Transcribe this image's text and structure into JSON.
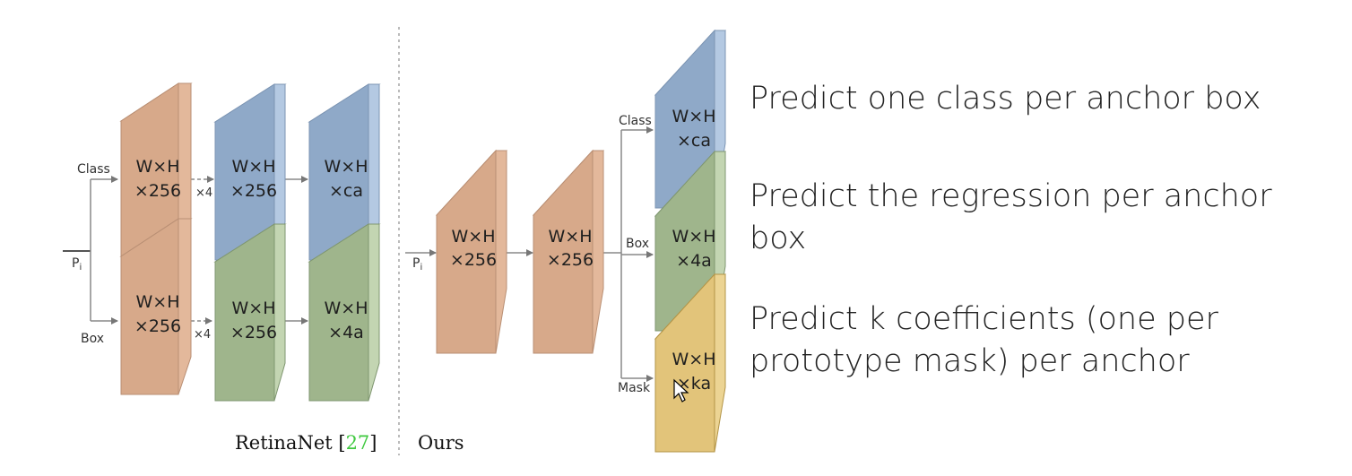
{
  "retinanet": {
    "input_label": "P",
    "input_sub": "i",
    "class_label": "Class",
    "box_label": "Box",
    "times4": "×4",
    "blocks": {
      "class_first": [
        "W×H",
        "×256"
      ],
      "class_mid": [
        "W×H",
        "×256"
      ],
      "class_out": [
        "W×H",
        "×ca"
      ],
      "box_first": [
        "W×H",
        "×256"
      ],
      "box_mid": [
        "W×H",
        "×256"
      ],
      "box_out": [
        "W×H",
        "×4a"
      ]
    },
    "caption": "RetinaNet [",
    "caption_ref": "27",
    "caption_end": "]"
  },
  "ours": {
    "input_label": "P",
    "input_sub": "i",
    "class_label": "Class",
    "box_label": "Box",
    "mask_label": "Mask",
    "blocks": {
      "first": [
        "W×H",
        "×256"
      ],
      "second": [
        "W×H",
        "×256"
      ],
      "class_out": [
        "W×H",
        "×ca"
      ],
      "box_out": [
        "W×H",
        "×4a"
      ],
      "mask_out": [
        "W×H",
        "×ka"
      ]
    },
    "caption": "Ours"
  },
  "descriptions": {
    "class": [
      "Predict one class per anchor box"
    ],
    "box": [
      "Predict the regression per anchor",
      "box"
    ],
    "mask": [
      "Predict k coefficients (one per",
      "prototype mask) per anchor"
    ]
  },
  "colors": {
    "orange_front": "#d7a98a",
    "orange_edge": "#f2d3bd",
    "blue_front": "#8fa9c8",
    "blue_edge": "#cfe0f3",
    "green_front": "#9fb58c",
    "green_edge": "#dbe8cf",
    "yellow_front": "#e2c47a",
    "yellow_edge": "#f6e6b5"
  }
}
